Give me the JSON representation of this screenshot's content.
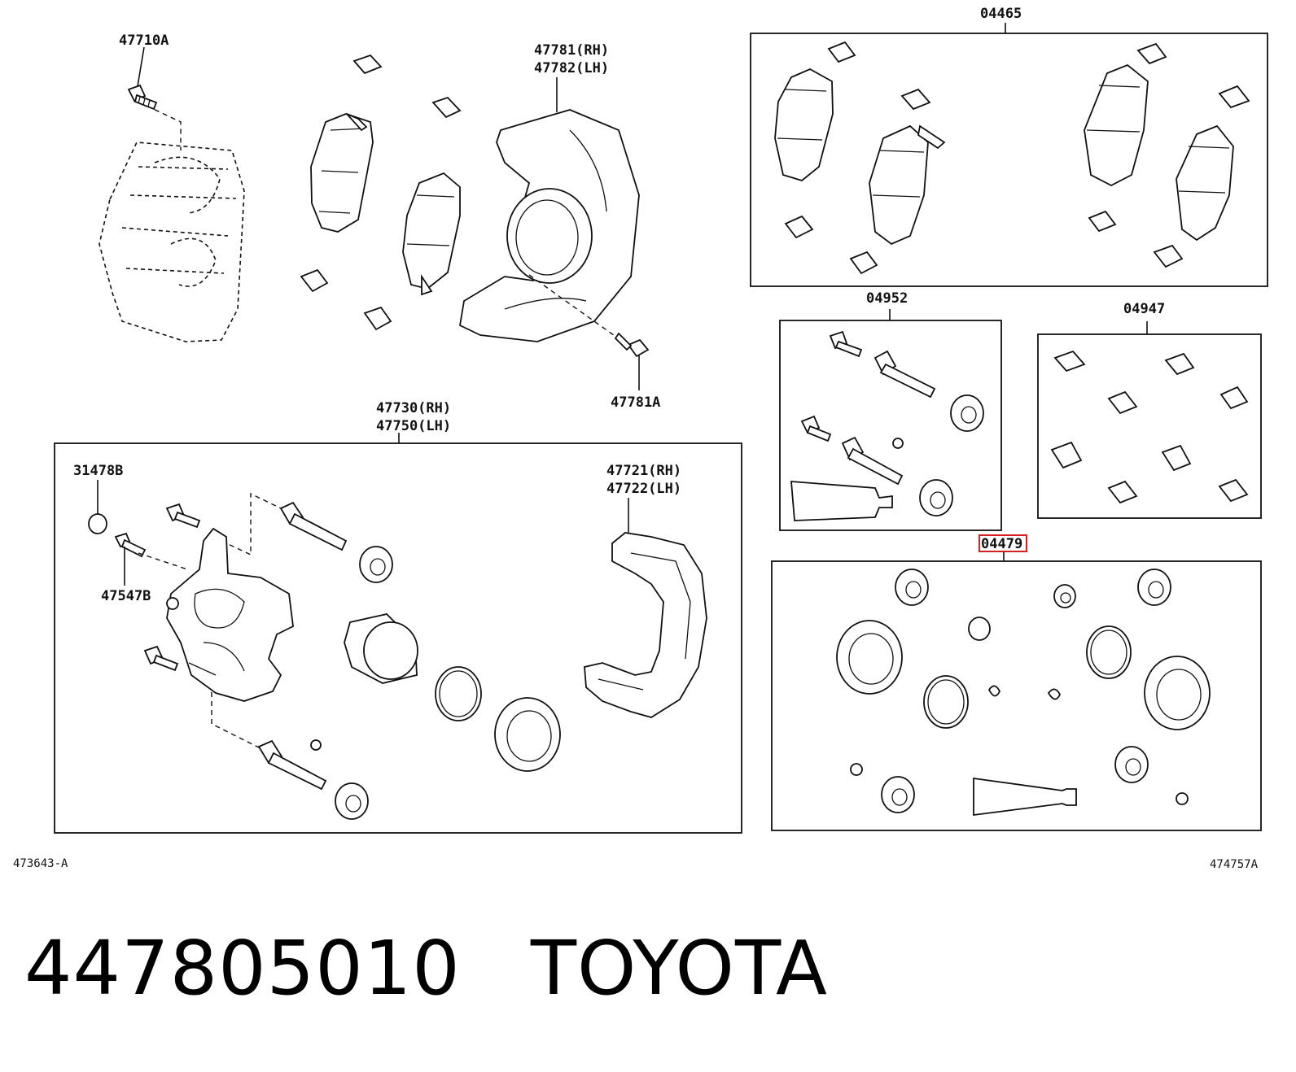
{
  "callouts": {
    "bolt_47710A": "47710A",
    "shield_rh": "47781(RH)",
    "shield_lh": "47782(LH)",
    "bolt_47781A": "47781A",
    "pad_kit": "04465",
    "boot_kit": "04952",
    "shim_kit": "04947",
    "seal_kit": "04479",
    "caliper_rh": "47730(RH)",
    "caliper_lh": "47750(LH)",
    "cap_31478B": "31478B",
    "bleeder_47547B": "47547B",
    "mount_rh": "47721(RH)",
    "mount_lh": "47722(LH)"
  },
  "figure_codes": {
    "left": "473643-A",
    "right": "474757A"
  },
  "highlight": {
    "callout": "04479",
    "color": "#d62020"
  },
  "footer": {
    "part_number": "447805010",
    "brand": "TOYOTA"
  }
}
